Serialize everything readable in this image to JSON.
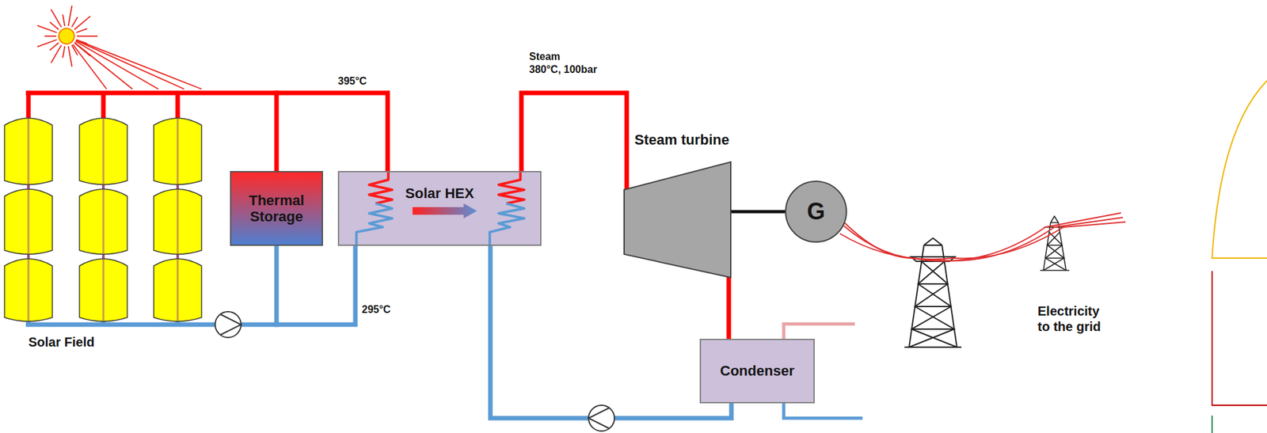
{
  "diagram": {
    "nodes": [
      {
        "text": [
          "Thermal Storage"
        ]
      },
      {
        "text": [
          "Solar HEX"
        ]
      },
      {
        "text": [
          "Steam turbine"
        ]
      },
      {
        "text": [
          "G"
        ]
      },
      {
        "text": [
          "Condenser"
        ]
      }
    ],
    "edges": [
      {
        "from": 0,
        "to": 1,
        "arrow": "none"
      },
      {
        "from": 0,
        "to": 1,
        "arrow": "none"
      },
      {
        "from": 1,
        "to": 2,
        "arrow": "none"
      },
      {
        "from": 2,
        "to": 4,
        "arrow": "none"
      },
      {
        "from": 4,
        "to": 1,
        "arrow": "none"
      },
      {
        "from": 2,
        "to": 3,
        "arrow": "none"
      }
    ],
    "labels": [
      "395°C",
      "Steam",
      "380°C, 100bar",
      "295°C",
      "Solar Field",
      "Electricity to the grid"
    ]
  }
}
